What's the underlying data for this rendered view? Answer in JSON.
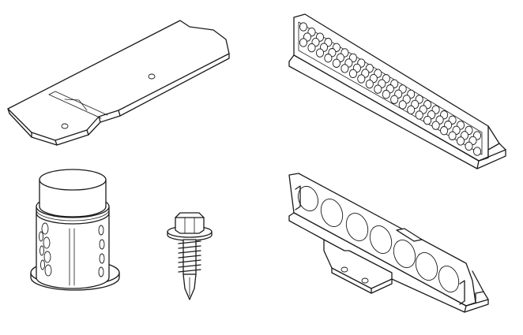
{
  "illustration": {
    "kind": "line-drawing",
    "background_color": "#ffffff",
    "line_color": "#1a1a1a",
    "components": [
      {
        "id": "mounting-plate",
        "icon": "flat-bracket-plate",
        "holes": 2
      },
      {
        "id": "perforated-rail",
        "icon": "perforated-channel",
        "rows": 3
      },
      {
        "id": "cylindrical-spacer",
        "icon": "perforated-cylinder",
        "holes_visible": 10
      },
      {
        "id": "self-drilling-screw",
        "icon": "hex-head-screw"
      },
      {
        "id": "large-hole-bracket",
        "icon": "angle-bracket-large-holes",
        "large_holes": 7,
        "tab_holes": 2
      }
    ]
  }
}
